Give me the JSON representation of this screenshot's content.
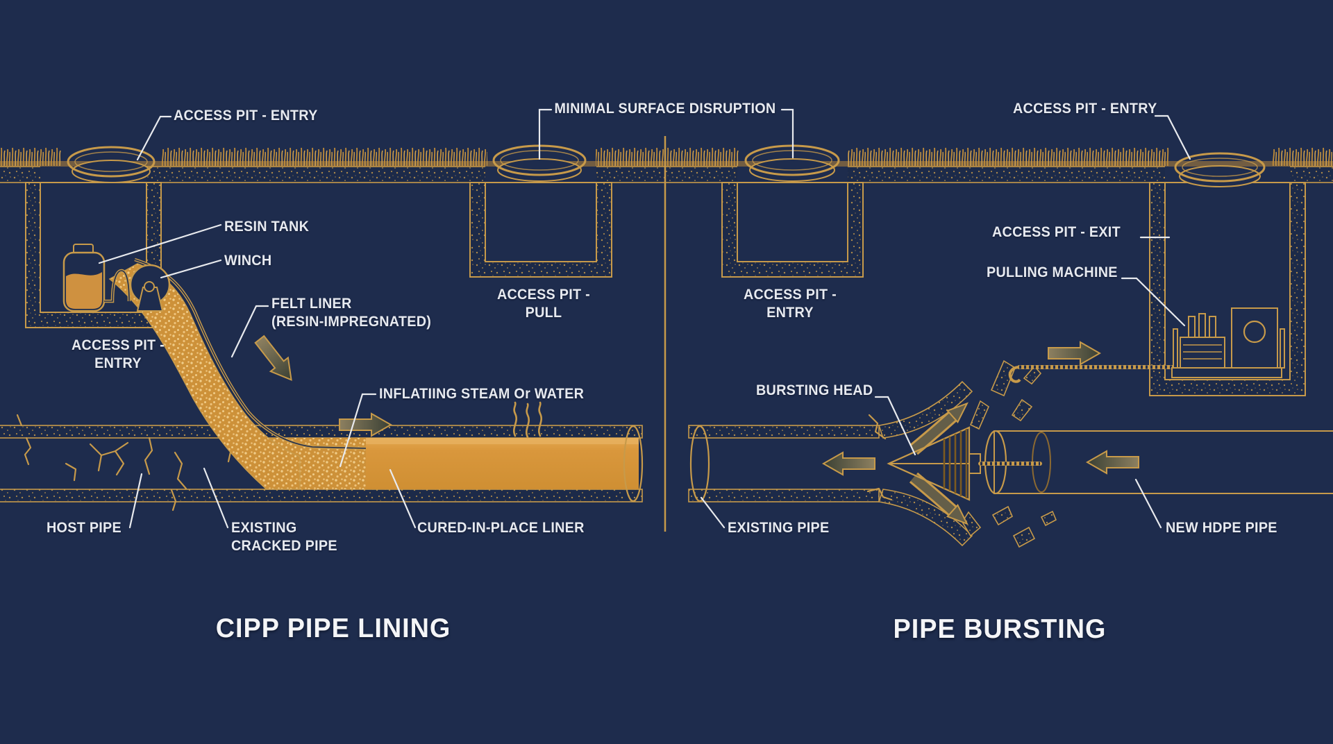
{
  "colors": {
    "navy": "#1e2c4d",
    "navy2": "#1c2a49",
    "gold": "#c79a4a",
    "goldlight": "#dcae5e",
    "orange": "#d2912f",
    "orangelight": "#e3a74e",
    "orangebright": "#e7b260",
    "conelight": "#e2ab55",
    "conedark": "#bc7f2c",
    "arrowdark": "#645e49",
    "text": "#e7eaf0",
    "title": "#f4f5f7",
    "leader": "#e8eaee",
    "liquid": "#cf9140"
  },
  "left_panel": {
    "title": "CIPP PIPE LINING",
    "labels": {
      "access_pit_entry_top": "ACCESS PIT - ENTRY",
      "resin_tank": "RESIN TANK",
      "winch": "WINCH",
      "felt_liner_1": "FELT LINER",
      "felt_liner_2": "(RESIN-IMPREGNATED)",
      "access_pit_entry_1": "ACCESS PIT -",
      "access_pit_entry_2": "ENTRY",
      "inflating": "INFLATIING STEAM Or WATER",
      "access_pit_pull_1": "ACCESS PIT -",
      "access_pit_pull_2": "PULL",
      "host_pipe": "HOST PIPE",
      "existing_cracked_1": "EXISTING",
      "existing_cracked_2": "CRACKED PIPE",
      "cured": "CURED-IN-PLACE LINER"
    }
  },
  "center": {
    "minimal_surface": "MINIMAL SURFACE DISRUPTION"
  },
  "right_panel": {
    "title": "PIPE BURSTING",
    "labels": {
      "access_pit_entry_top": "ACCESS PIT - ENTRY",
      "access_pit_exit": "ACCESS PIT - EXIT",
      "pulling_machine": "PULLING MACHINE",
      "access_pit_entry_mid_1": "ACCESS PIT -",
      "access_pit_entry_mid_2": "ENTRY",
      "bursting_head": "BURSTING HEAD",
      "existing_pipe": "EXISTING PIPE",
      "new_hdpe": "NEW HDPE PIPE"
    }
  }
}
